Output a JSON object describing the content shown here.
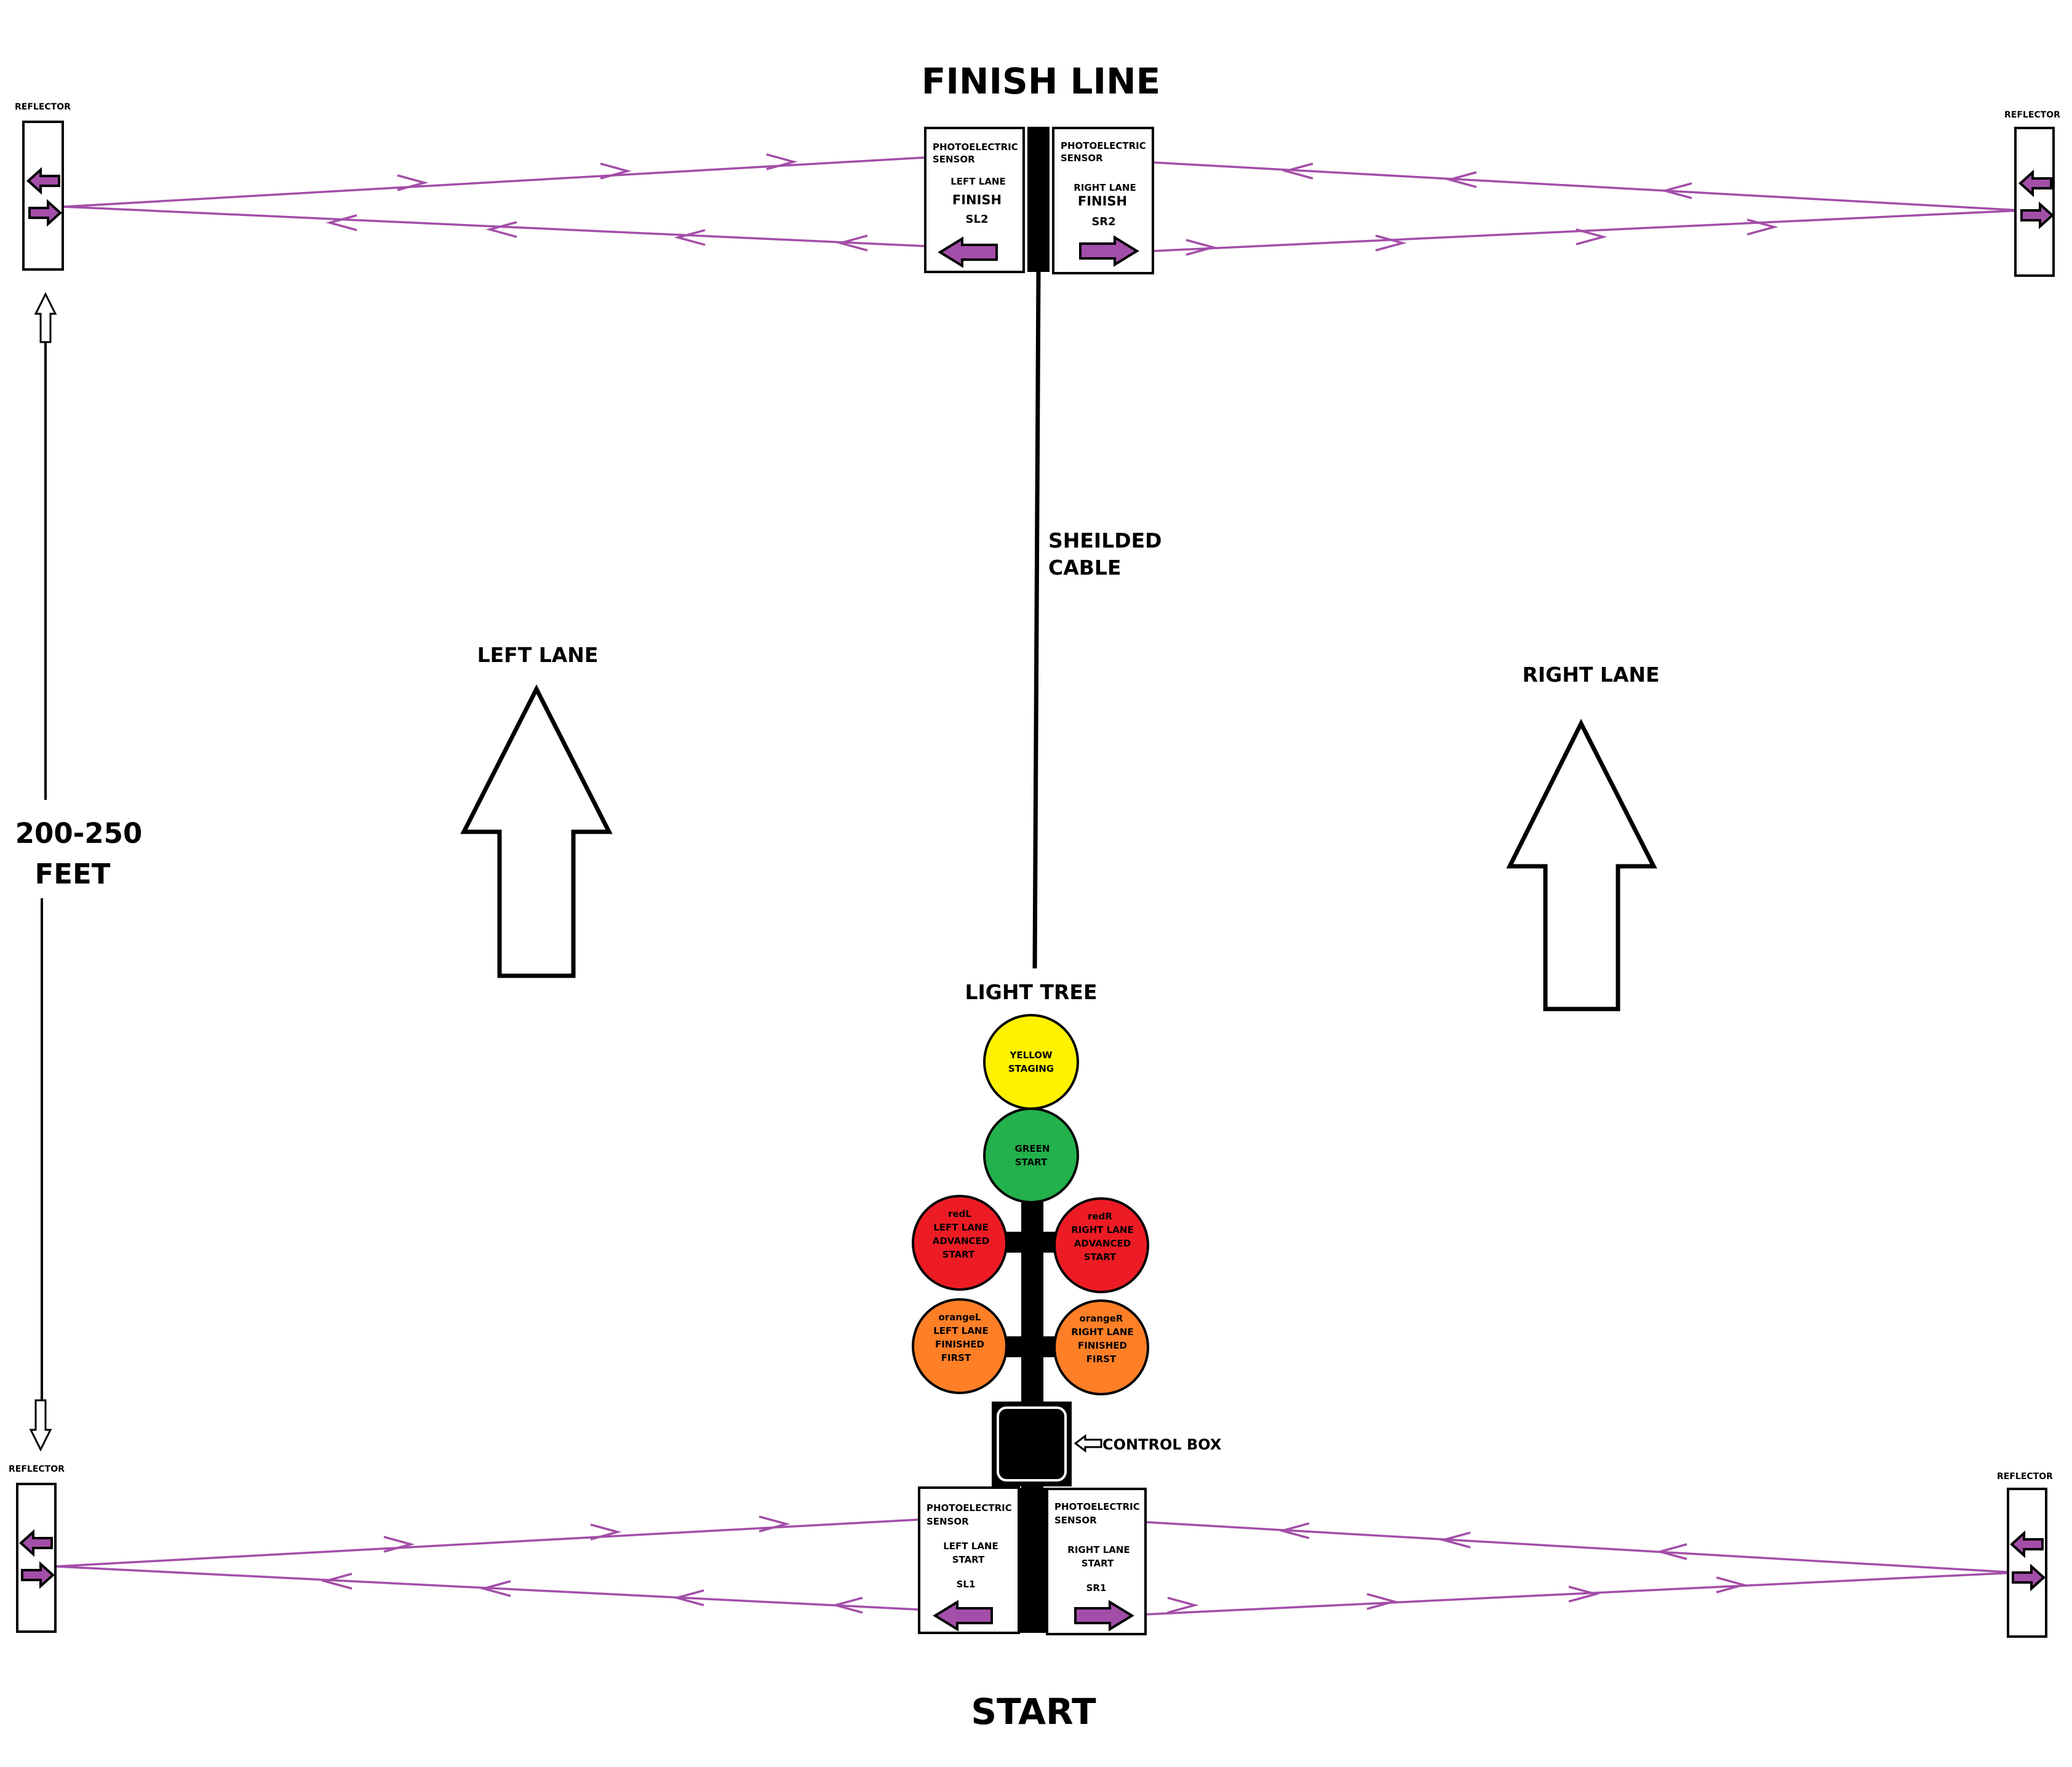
{
  "titles": {
    "finish": "FINISH LINE",
    "start": "START"
  },
  "lanes": {
    "left": "LEFT LANE",
    "right": "RIGHT LANE"
  },
  "cable": {
    "line1": "SHEILDED",
    "line2": "CABLE"
  },
  "distance": {
    "line1": "200-250",
    "line2": "FEET"
  },
  "reflector_label": "REFLECTOR",
  "sensors": {
    "finish_left": {
      "line1": "PHOTOELECTRIC",
      "line2": "SENSOR",
      "lane": "LEFT LANE",
      "kind": "FINISH",
      "code": "SL2"
    },
    "finish_right": {
      "line1": "PHOTOELECTRIC",
      "line2": "SENSOR",
      "lane": "RIGHT LANE",
      "kind": "FINISH",
      "code": "SR2"
    },
    "start_left": {
      "line1": "PHOTOELECTRIC",
      "line2": "SENSOR",
      "lane": "LEFT LANE",
      "kind": "START",
      "code": "SL1"
    },
    "start_right": {
      "line1": "PHOTOELECTRIC",
      "line2": "SENSOR",
      "lane": "RIGHT LANE",
      "kind": "START",
      "code": "SR1"
    }
  },
  "light_tree": {
    "title": "LIGHT TREE",
    "yellow": {
      "l1": "YELLOW",
      "l2": "STAGING",
      "color": "#fff200"
    },
    "green": {
      "l1": "GREEN",
      "l2": "START",
      "color": "#22b14c"
    },
    "red_left": {
      "l0": "redL",
      "l1": "LEFT LANE",
      "l2": "ADVANCED",
      "l3": "START",
      "color": "#ed1c24"
    },
    "red_right": {
      "l0": "redR",
      "l1": "RIGHT LANE",
      "l2": "ADVANCED",
      "l3": "START",
      "color": "#ed1c24"
    },
    "orange_left": {
      "l0": "orangeL",
      "l1": "LEFT LANE",
      "l2": "FINISHED",
      "l3": "FIRST",
      "color": "#ff7f27"
    },
    "orange_right": {
      "l0": "orangeR",
      "l1": "RIGHT LANE",
      "l2": "FINISHED",
      "l3": "FIRST",
      "color": "#ff7f27"
    }
  },
  "control_box": "CONTROL BOX",
  "colors": {
    "beam": "#a34ea8",
    "sensor_arrow": "#a34ea8"
  }
}
